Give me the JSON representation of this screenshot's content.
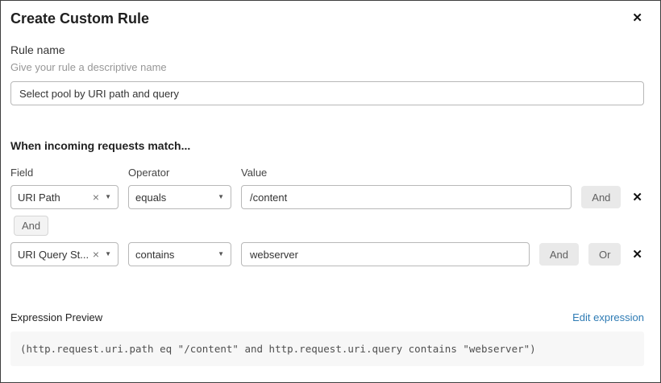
{
  "dialog": {
    "title": "Create Custom Rule"
  },
  "icons": {
    "close": "✕",
    "clear": "×",
    "caret": "▼",
    "remove": "✕"
  },
  "rule_name": {
    "label": "Rule name",
    "helper": "Give your rule a descriptive name",
    "value": "Select pool by URI path and query"
  },
  "match": {
    "heading": "When incoming requests match...",
    "columns": {
      "field": "Field",
      "operator": "Operator",
      "value": "Value"
    },
    "connector": "And",
    "rows": [
      {
        "field": "URI Path",
        "operator": "equals",
        "value": "/content",
        "and_label": "And"
      },
      {
        "field": "URI Query St...",
        "operator": "contains",
        "value": "webserver",
        "and_label": "And",
        "or_label": "Or"
      }
    ]
  },
  "expression": {
    "label": "Expression Preview",
    "edit_link": "Edit expression",
    "code": "(http.request.uri.path eq \"/content\" and http.request.uri.query contains \"webserver\")"
  },
  "colors": {
    "link": "#2e7bb4",
    "button_bg": "#e9e9e9",
    "code_bg": "#f7f7f7"
  }
}
